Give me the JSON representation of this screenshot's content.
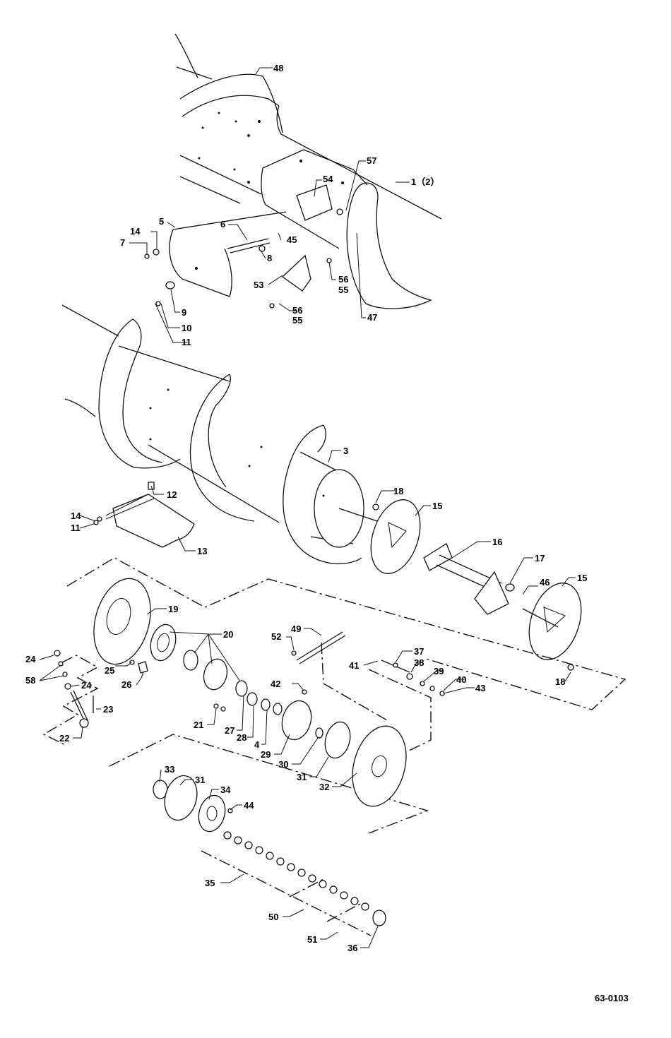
{
  "callouts": [
    {
      "id": "48",
      "label": "48"
    },
    {
      "id": "57",
      "label": "57"
    },
    {
      "id": "54",
      "label": "54"
    },
    {
      "id": "1",
      "label": "1（2）"
    },
    {
      "id": "5",
      "label": "5"
    },
    {
      "id": "6",
      "label": "6"
    },
    {
      "id": "14a",
      "label": "14"
    },
    {
      "id": "7",
      "label": "7"
    },
    {
      "id": "45",
      "label": "45"
    },
    {
      "id": "8",
      "label": "8"
    },
    {
      "id": "53",
      "label": "53"
    },
    {
      "id": "56a",
      "label": "56"
    },
    {
      "id": "55a",
      "label": "55"
    },
    {
      "id": "56b",
      "label": "56"
    },
    {
      "id": "55b",
      "label": "55"
    },
    {
      "id": "47",
      "label": "47"
    },
    {
      "id": "9",
      "label": "9"
    },
    {
      "id": "10",
      "label": "10"
    },
    {
      "id": "11a",
      "label": "11"
    },
    {
      "id": "3",
      "label": "3"
    },
    {
      "id": "12",
      "label": "12"
    },
    {
      "id": "14b",
      "label": "14"
    },
    {
      "id": "11b",
      "label": "11"
    },
    {
      "id": "13",
      "label": "13"
    },
    {
      "id": "18a",
      "label": "18"
    },
    {
      "id": "15a",
      "label": "15"
    },
    {
      "id": "16",
      "label": "16"
    },
    {
      "id": "17",
      "label": "17"
    },
    {
      "id": "46",
      "label": "46"
    },
    {
      "id": "15b",
      "label": "15"
    },
    {
      "id": "19",
      "label": "19"
    },
    {
      "id": "20",
      "label": "20"
    },
    {
      "id": "49",
      "label": "49"
    },
    {
      "id": "52",
      "label": "52"
    },
    {
      "id": "37",
      "label": "37"
    },
    {
      "id": "41",
      "label": "41"
    },
    {
      "id": "38",
      "label": "38"
    },
    {
      "id": "39",
      "label": "39"
    },
    {
      "id": "40",
      "label": "40"
    },
    {
      "id": "43",
      "label": "43"
    },
    {
      "id": "18b",
      "label": "18"
    },
    {
      "id": "24a",
      "label": "24"
    },
    {
      "id": "58",
      "label": "58"
    },
    {
      "id": "24b",
      "label": "24"
    },
    {
      "id": "25",
      "label": "25"
    },
    {
      "id": "26",
      "label": "26"
    },
    {
      "id": "23",
      "label": "23"
    },
    {
      "id": "22",
      "label": "22"
    },
    {
      "id": "21",
      "label": "21"
    },
    {
      "id": "42",
      "label": "42"
    },
    {
      "id": "27",
      "label": "27"
    },
    {
      "id": "28",
      "label": "28"
    },
    {
      "id": "4",
      "label": "4"
    },
    {
      "id": "29",
      "label": "29"
    },
    {
      "id": "30",
      "label": "30"
    },
    {
      "id": "31a",
      "label": "31"
    },
    {
      "id": "32",
      "label": "32"
    },
    {
      "id": "33",
      "label": "33"
    },
    {
      "id": "31b",
      "label": "31"
    },
    {
      "id": "34",
      "label": "34"
    },
    {
      "id": "44",
      "label": "44"
    },
    {
      "id": "35",
      "label": "35"
    },
    {
      "id": "50",
      "label": "50"
    },
    {
      "id": "51",
      "label": "51"
    },
    {
      "id": "36",
      "label": "36"
    }
  ],
  "drawing_code": "63-0103"
}
